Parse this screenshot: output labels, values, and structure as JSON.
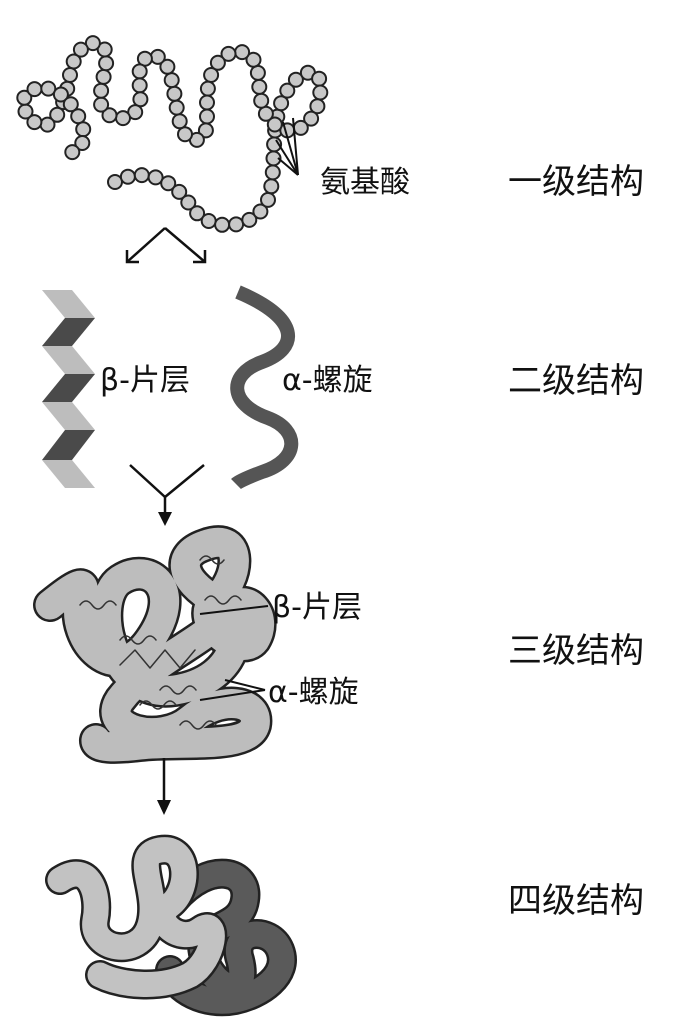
{
  "levels": {
    "primary": "一级结构",
    "secondary": "二级结构",
    "tertiary": "三级结构",
    "quaternary": "四级结构"
  },
  "annotations": {
    "amino_acid": "氨基酸",
    "beta_sheet": "β-片层",
    "alpha_helix": "α-螺旋",
    "beta_sheet_tertiary": "β-片层",
    "alpha_helix_tertiary": "α-螺旋"
  },
  "colors": {
    "bead_fill": "#c8c8c8",
    "dark_ribbon": "#555555",
    "light_ribbon": "#c2c2c2",
    "sheet_light": "#bdbdbd",
    "sheet_dark": "#4a4a4a"
  }
}
